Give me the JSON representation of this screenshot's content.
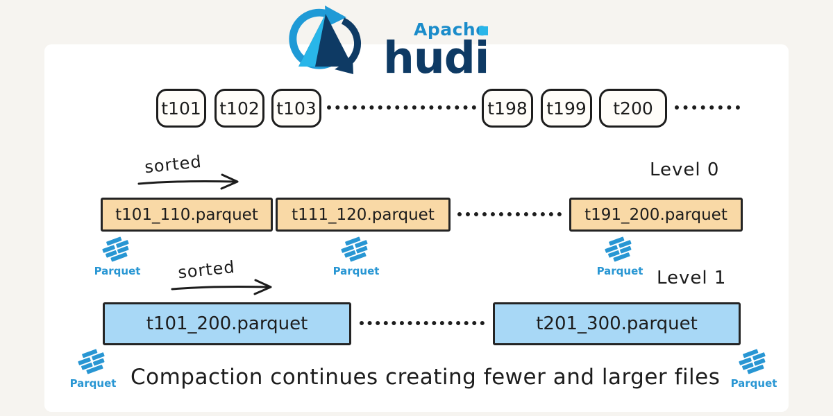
{
  "logo": {
    "apache": "Apache",
    "hudi": "hudi"
  },
  "timeline": {
    "boxes_left": [
      "t101",
      "t102",
      "t103"
    ],
    "boxes_right": [
      "t198",
      "t199",
      "t200"
    ]
  },
  "levels": {
    "level0": {
      "label": "Level 0",
      "sorted": "sorted",
      "files": [
        "t101_110.parquet",
        "t111_120.parquet",
        "t191_200.parquet"
      ]
    },
    "level1": {
      "label": "Level 1",
      "sorted": "sorted",
      "files": [
        "t101_200.parquet",
        "t201_300.parquet"
      ]
    }
  },
  "parquet": {
    "label": "Parquet"
  },
  "caption": "Compaction continues creating fewer and larger files",
  "colors": {
    "level0_fill": "#f9d9a6",
    "level1_fill": "#a8d8f6",
    "parquet_blue": "#2896d3",
    "apache_blue": "#1b8cca",
    "hudi_navy": "#0e3a64",
    "ink": "#1c1c1c"
  }
}
